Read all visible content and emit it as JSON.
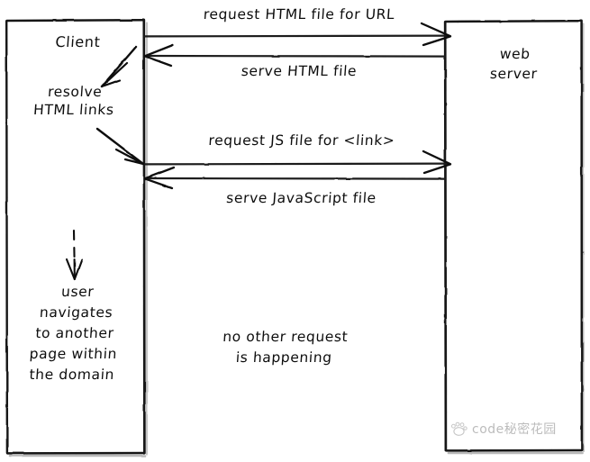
{
  "diagram": {
    "type": "sequence-sketch",
    "title_visible": false,
    "background_color": "#ffffff",
    "stroke_color": "#111111",
    "participants": [
      {
        "id": "client",
        "label": "Client",
        "side": "left"
      },
      {
        "id": "server",
        "label": "web\nserver",
        "side": "right"
      }
    ],
    "messages": [
      {
        "id": "m1",
        "label": "request HTML file for URL",
        "direction": "client-to-server"
      },
      {
        "id": "m2",
        "label": "serve HTML file",
        "direction": "server-to-client"
      },
      {
        "id": "m3",
        "label": "request JS file for <link>",
        "direction": "client-to-server"
      },
      {
        "id": "m4",
        "label": "serve JavaScript file",
        "direction": "server-to-client"
      }
    ],
    "client_notes": [
      {
        "id": "n1",
        "label": "resolve\nHTML links"
      },
      {
        "id": "n2",
        "label": "user\nnavigates\nto another\npage within\nthe domain"
      }
    ],
    "center_note": {
      "id": "n3",
      "label": "no other request\nis happening"
    },
    "watermark": {
      "text": "code秘密花园",
      "icon": "paw-logo-icon"
    }
  }
}
